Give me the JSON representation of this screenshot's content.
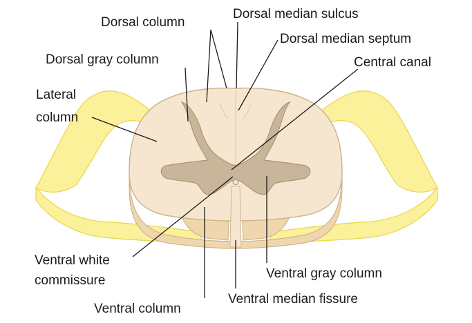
{
  "labels": {
    "dorsal_column": "Dorsal column",
    "dorsal_median_sulcus": "Dorsal median sulcus",
    "dorsal_median_septum": "Dorsal median septum",
    "dorsal_gray_column": "Dorsal gray column",
    "central_canal": "Central canal",
    "lateral_column_line1": "Lateral",
    "lateral_column_line2": "column",
    "ventral_white_commissure_line1": "Ventral white",
    "ventral_white_commissure_line2": "commissure",
    "ventral_gray_column": "Ventral gray column",
    "ventral_median_fissure": "Ventral median fissure",
    "ventral_column": "Ventral column"
  },
  "colors": {
    "nerve_fill": "#fbf19a",
    "nerve_stroke": "#e6d74a",
    "white_matter": "#f7e6cf",
    "white_matter_side": "#efd6ac",
    "white_matter_stroke": "#cdb58e",
    "gray_matter": "#c9b59a",
    "gray_matter_stroke": "#a8947a",
    "text": "#1a1a1a"
  }
}
